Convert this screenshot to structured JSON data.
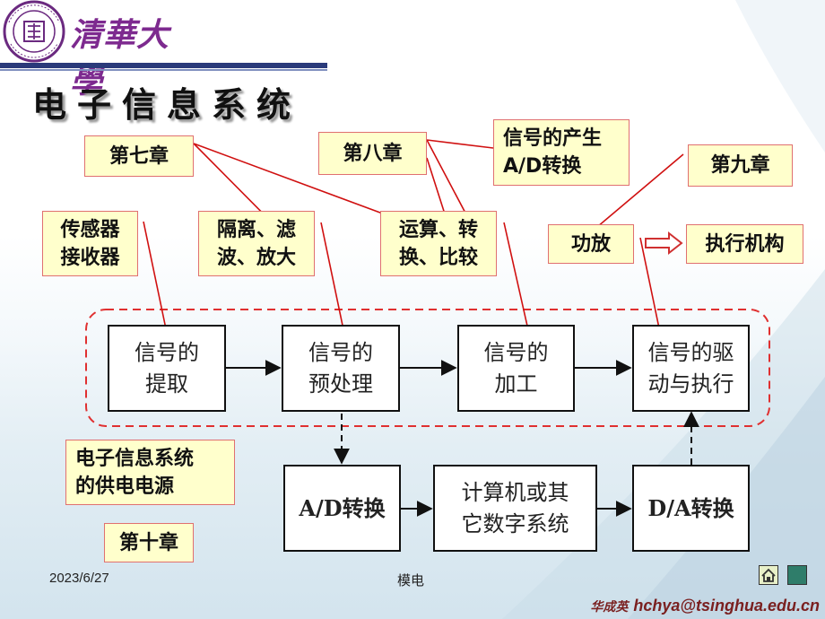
{
  "header": {
    "university_name": "清華大學",
    "slide_title": "电子信息系统"
  },
  "chapters": {
    "ch7": "第七章",
    "ch8": "第八章",
    "ch9": "第九章",
    "ch10": "第十章"
  },
  "labels": {
    "sensor": "传感器\n接收器",
    "isolate": "隔离、滤\n波、放大",
    "compute": "运算、转\n换、比较",
    "signal_gen": "信号的产生\nA/D转换",
    "amplifier": "功放",
    "actuator": "执行机构",
    "power": "电子信息系统\n的供电电源"
  },
  "blocks": {
    "extract": "信号的\n提取",
    "preprocess": "信号的\n预处理",
    "process": "信号的\n加工",
    "drive": "信号的驱\n动与执行",
    "adc": "A/D转换",
    "computer": "计算机或其\n它数字系统",
    "dac": "D/A转换"
  },
  "footer": {
    "date": "2023/6/27",
    "course": "模电",
    "author": "华成英",
    "email": "hchya@tsinghua.edu.cn"
  },
  "colors": {
    "callout_fill": "#ffffcc",
    "callout_border": "#e07070",
    "connector_line": "#d01010",
    "dashed_group": "#e03030",
    "header_bar": "#2a3a7a"
  },
  "icons": {
    "home": "home-icon",
    "close": "close-icon",
    "logo": "tsinghua-seal-logo"
  }
}
